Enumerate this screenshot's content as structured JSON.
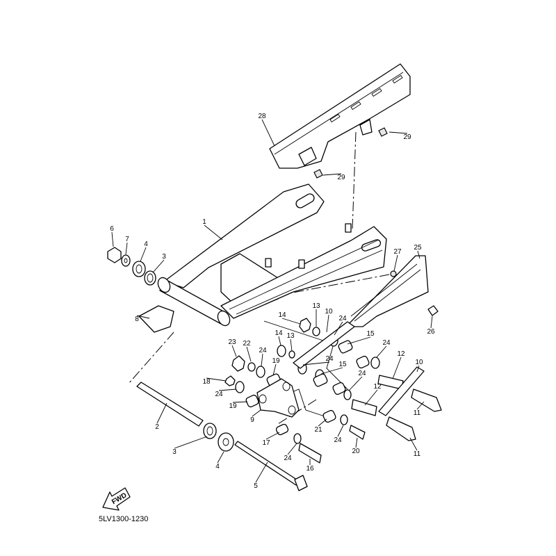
{
  "diagram": {
    "part_code": "5LV1300-1230",
    "fwd_label": "FWD",
    "callouts": [
      "28",
      "29",
      "29",
      "1",
      "6",
      "7",
      "4",
      "3",
      "8",
      "27",
      "25",
      "26",
      "13",
      "10",
      "14",
      "24",
      "15",
      "24",
      "23",
      "22",
      "24",
      "14",
      "13",
      "19",
      "24",
      "15",
      "12",
      "10",
      "18",
      "24",
      "24",
      "12",
      "19",
      "9",
      "2",
      "21",
      "11",
      "3",
      "17",
      "24",
      "24",
      "20",
      "11",
      "4",
      "16",
      "5"
    ]
  }
}
